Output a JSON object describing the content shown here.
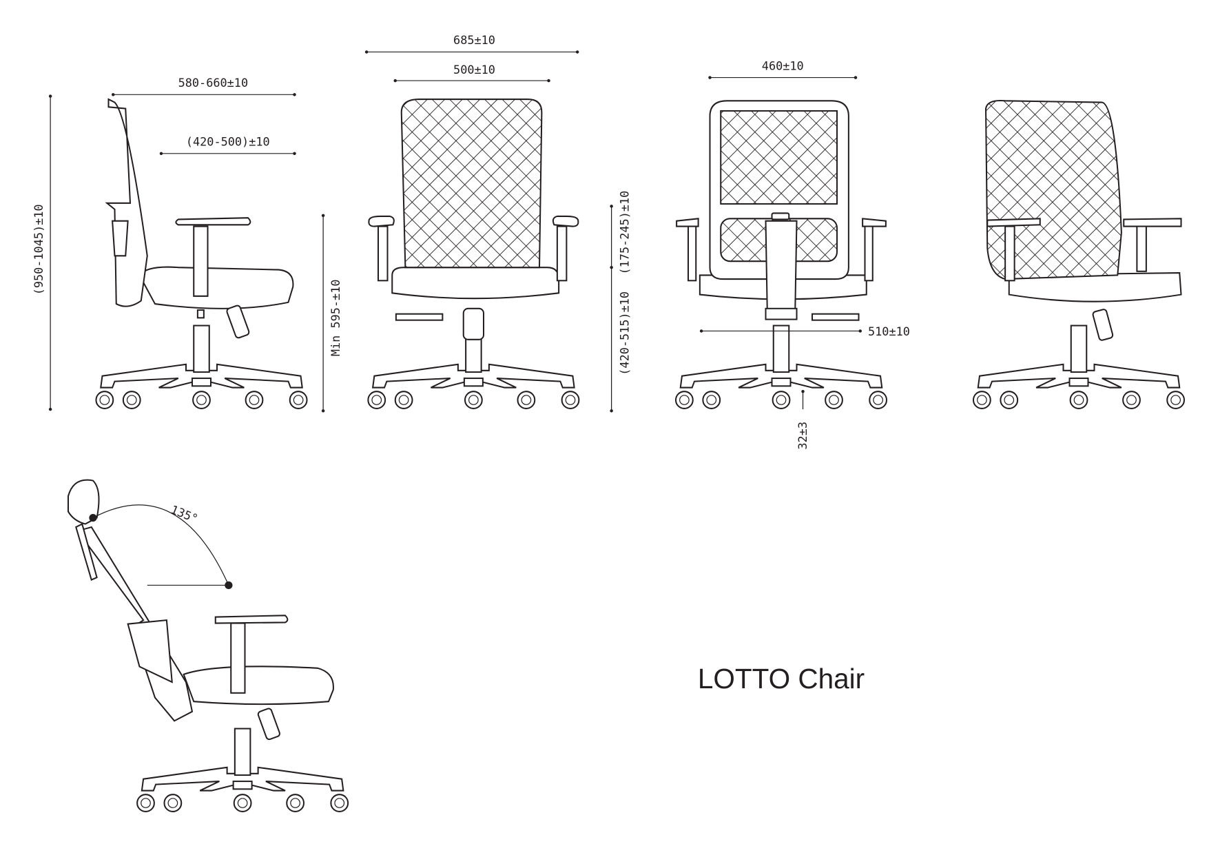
{
  "title": "LOTTO Chair",
  "dimensions": {
    "overall_width": "685±10",
    "backrest_width": "500±10",
    "overall_depth": "580-660±10",
    "seat_depth": "(420-500)±10",
    "overall_height": "(950-1045)±10",
    "min_seat_height": "Min 595-±10",
    "seat_width": "460±10",
    "armrest_height": "(175-245)±10",
    "seat_height": "(420-515)±10",
    "base_diameter": "510±10",
    "caster_height": "32±3",
    "recline_angle": "135°"
  },
  "views": [
    "side",
    "front",
    "back",
    "three-quarter",
    "side-reclined-with-headrest"
  ],
  "colors": {
    "line": "#231f20",
    "background": "#ffffff"
  }
}
